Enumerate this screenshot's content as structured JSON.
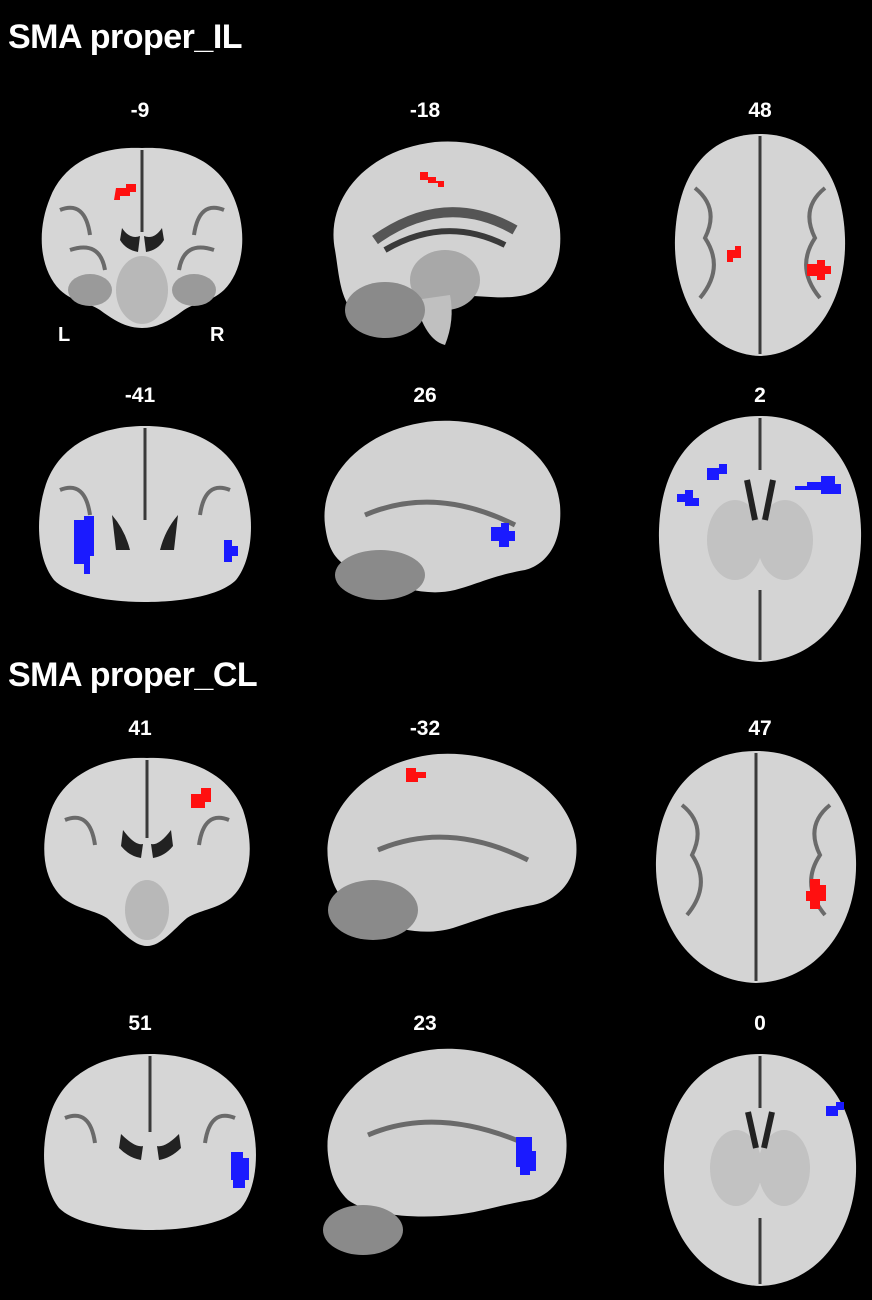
{
  "sections": [
    {
      "title": "SMA proper_IL",
      "slices": [
        {
          "label": "-9",
          "view": "coronal"
        },
        {
          "label": "-18",
          "view": "sagittal"
        },
        {
          "label": "48",
          "view": "axial"
        },
        {
          "label": "-41",
          "view": "coronal"
        },
        {
          "label": "26",
          "view": "sagittal"
        },
        {
          "label": "2",
          "view": "axial"
        }
      ]
    },
    {
      "title": "SMA proper_CL",
      "slices": [
        {
          "label": "41",
          "view": "coronal"
        },
        {
          "label": "-32",
          "view": "sagittal"
        },
        {
          "label": "47",
          "view": "axial"
        },
        {
          "label": "51",
          "view": "coronal"
        },
        {
          "label": "23",
          "view": "sagittal"
        },
        {
          "label": "0",
          "view": "axial"
        }
      ]
    }
  ],
  "orientation": {
    "left": "L",
    "right": "R"
  },
  "colors": {
    "background": "#000000",
    "activation_increase": "#ff1010",
    "activation_decrease": "#1a1aff"
  }
}
